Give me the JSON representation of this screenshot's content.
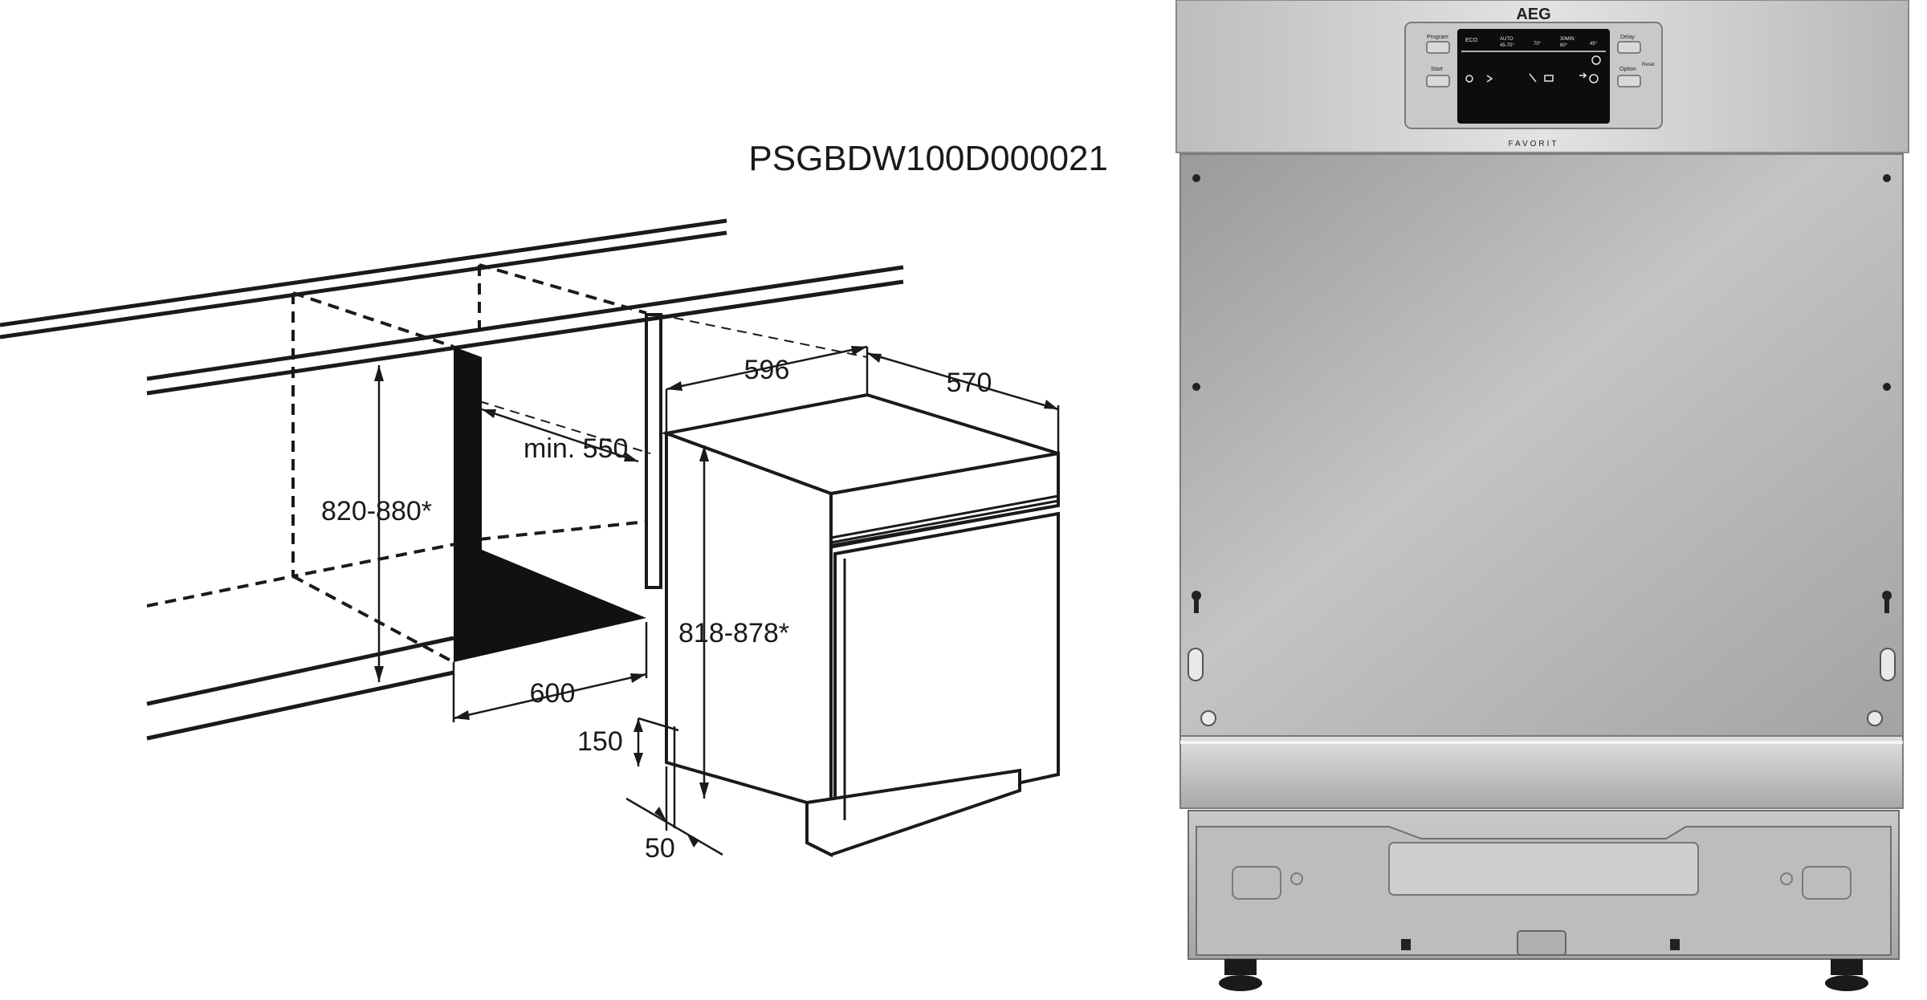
{
  "model_code": "PSGBDW100D000021",
  "dimensions": {
    "width_appliance": "596",
    "depth_appliance": "570",
    "min_depth": "min. 550",
    "niche_height": "820-880*",
    "appliance_height": "818-878*",
    "niche_width": "600",
    "plinth_height": "150",
    "plinth_depth": "50"
  },
  "panel": {
    "brand": "AEG",
    "series": "FAVORIT",
    "buttons": {
      "program": "Program",
      "start": "Start",
      "delay": "Delay",
      "option": "Option",
      "reset": "Reset"
    },
    "display_programs": {
      "eco": "ECO",
      "auto_label": "AUTO",
      "auto_temp": "45-70°",
      "intensive_temp": "70°",
      "quick_label": "30MIN",
      "quick_temp": "60°",
      "glass_temp": "45°"
    }
  },
  "colors": {
    "line": "#1a1a1a",
    "steel_light": "#d6d6d6",
    "steel_dark": "#9e9e9e",
    "display": "#0d0d0d"
  }
}
